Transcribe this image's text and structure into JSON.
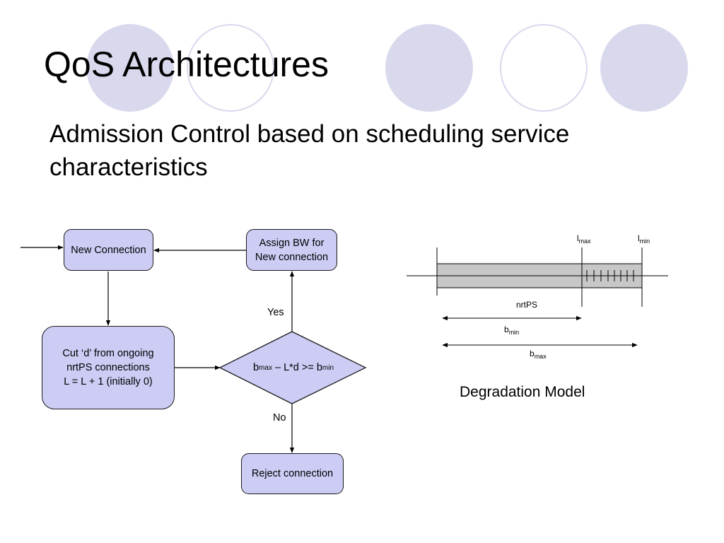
{
  "slide": {
    "title": "QoS Architectures",
    "subtitle": "Admission Control based on scheduling service characteristics"
  },
  "flowchart": {
    "new_connection": "New Connection",
    "assign_bw": [
      "Assign BW for",
      "New connection"
    ],
    "cut": [
      "Cut ‘d’ from ongoing",
      "nrtPS connections",
      "L = L + 1 (initially 0)"
    ],
    "condition": {
      "b": "b",
      "max_sub": "max",
      "mid": " – L*d >= b",
      "min_sub": "min"
    },
    "yes": "Yes",
    "no": "No",
    "reject": "Reject connection"
  },
  "degradation": {
    "l": "l",
    "max_sub": "max",
    "min_sub": "min",
    "nrtps": "nrtPS",
    "b": "b",
    "caption": "Degradation Model"
  },
  "colors": {
    "node_fill": "#ccccf5",
    "circle": "#d9d9ee",
    "bar_fill": "#c7c7c7"
  }
}
